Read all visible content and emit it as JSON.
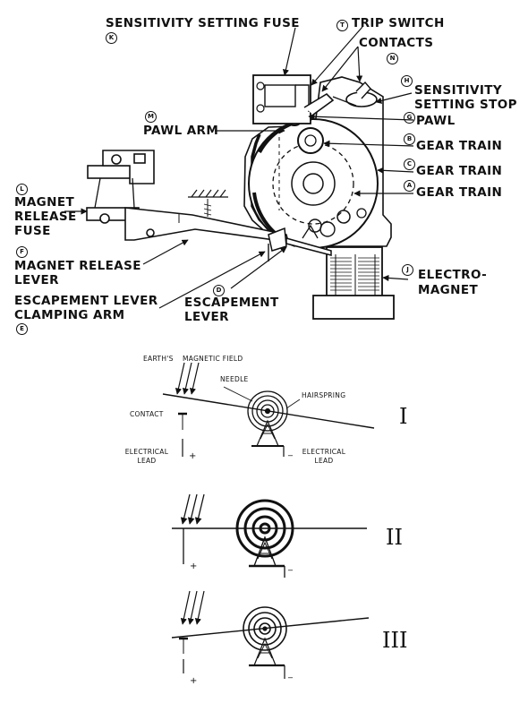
{
  "labels": {
    "sensitivity_setting_fuse": {
      "text": "SENSITIVITY SETTING FUSE",
      "letter": "K"
    },
    "trip_switch": {
      "text": "TRIP SWITCH",
      "letter": "T"
    },
    "contacts": {
      "text": "CONTACTS",
      "letter": "N"
    },
    "sensitivity_setting_stop": {
      "text_line1": "SENSITIVITY",
      "text_line2": "SETTING STOP",
      "letter": "H"
    },
    "pawl_arm": {
      "text": "PAWL ARM",
      "letter": "M"
    },
    "pawl": {
      "text": "PAWL",
      "letter": "G"
    },
    "gear_train_b": {
      "text": "GEAR TRAIN",
      "letter": "B"
    },
    "gear_train_c": {
      "text": "GEAR TRAIN",
      "letter": "C"
    },
    "gear_train_a": {
      "text": "GEAR TRAIN",
      "letter": "A"
    },
    "magnet_release_fuse": {
      "text_line1": "MAGNET",
      "text_line2": "RELEASE",
      "text_line3": "FUSE",
      "letter": "L"
    },
    "magnet_release_lever": {
      "text_line1": "MAGNET RELEASE",
      "text_line2": "LEVER",
      "letter": "F"
    },
    "electromagnet": {
      "text_line1": "ELECTRO-",
      "text_line2": "MAGNET",
      "letter": "J"
    },
    "escapement_lever_clamping_arm": {
      "text_line1": "ESCAPEMENT LEVER",
      "text_line2": "CLAMPING ARM",
      "letter": "E"
    },
    "escapement_lever": {
      "text_line1": "ESCAPEMENT",
      "text_line2": "LEVER",
      "letter": "D"
    }
  },
  "diagrams": {
    "earth_field_line1": "EARTH'S",
    "earth_field_line2": "MAGNETIC FIELD",
    "needle": "NEEDLE",
    "hairspring": "HAIRSPRING",
    "contact": "CONTACT",
    "electrical_lead_left_line1": "ELECTRICAL",
    "electrical_lead_left_line2": "LEAD",
    "electrical_lead_right_line1": "ELECTRICAL",
    "electrical_lead_right_line2": "LEAD",
    "plus": "+",
    "minus": "_",
    "plus_2": "+",
    "minus_2": "_",
    "plus_3": "+",
    "minus_3": "_",
    "roman_1": "I",
    "roman_2": "II",
    "roman_3": "III"
  }
}
